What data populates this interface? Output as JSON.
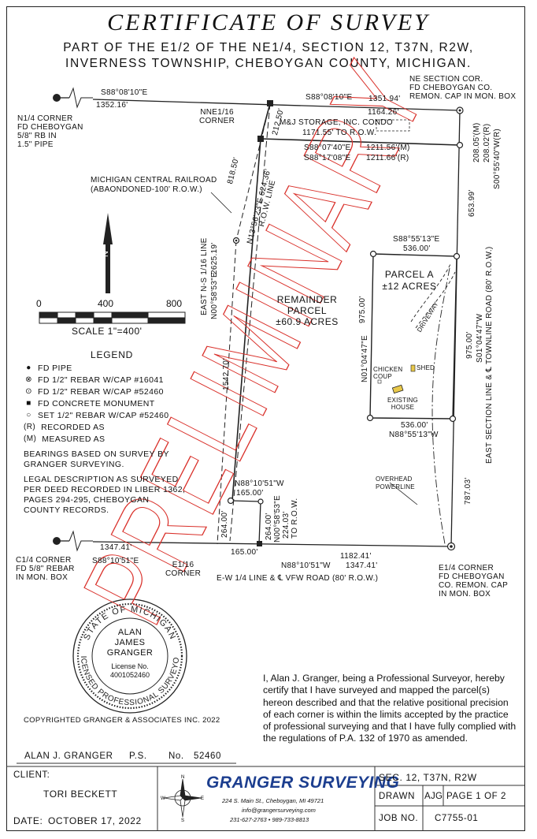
{
  "title": "CERTIFICATE OF SURVEY",
  "subtitle_1": "PART OF THE E1/2 OF THE NE1/4, SECTION 12, T37N, R2W,",
  "subtitle_2": "INVERNESS TOWNSHIP, CHEBOYGAN COUNTY, MICHIGAN.",
  "watermark": "PRELIMINARY",
  "plat": {
    "ne_corner": [
      "NE SECTION COR.",
      "FD CHEBOYGAN CO.",
      "REMON. CAP IN MON. BOX"
    ],
    "n14_corner": [
      "N1/4 CORNER",
      "FD CHEBOYGAN",
      "5/8\" RB IN",
      "1.5\" PIPE"
    ],
    "nne_corner": [
      "NNE1/16",
      "CORNER"
    ],
    "north_bearing_w": "S88°08'10\"E",
    "north_dist_w": "1352.16'",
    "north_bearing_e": "S88°08'10\"E",
    "north_dist_e": "1351.94'",
    "dist_1164": "1164.26'",
    "mj_storage": "M&J STORAGE, INC. CONDO",
    "dist_212": "212.50'",
    "to_row": "1171.55' TO R.O.W.",
    "bearing_m": "S88°07'40\"E",
    "bearing_r": "S88°17'08\"E",
    "dist_m": "1211.56'(M)",
    "dist_r": "1211.66'(R)",
    "east_top_1": "208.05'(M)",
    "east_top_2": "208.02'(R)",
    "east_top_3": "S00°55'40\"W(R)",
    "dist_653": "653.99'",
    "dist_818": "818.50'",
    "row_line": "N13°56'23\"E 624.36'",
    "row_line_2": "R.O.W. LINE",
    "railroad": [
      "MICHIGAN CENTRAL RAILROAD",
      "(ABAONDONED-100' R.O.W.)"
    ],
    "east_ns_line": "EAST N-S 1/16 LINE",
    "ns_bearing": "N00°58'53\"E",
    "dist_2625": "2625.19'",
    "dist_1542": "1542.70'",
    "remainder": [
      "REMAINDER",
      "PARCEL",
      "±60.9 ACRES"
    ],
    "parcel_a_top_bearing": "S88°55'13\"E",
    "parcel_a_top_dist": "536.00'",
    "parcel_a": [
      "PARCEL A",
      "±12 ACRES"
    ],
    "parcel_a_w_bearing": "N01°04'47\"E",
    "parcel_a_w_dist": "975.00'",
    "parcel_a_e_dist": "975.00'",
    "parcel_a_e_bearing": "S01°04'47\"W",
    "parcel_a_bot_dist": "536.00'",
    "parcel_a_bot_bearing": "N88°55'13\"W",
    "driveway": "DRIVEWAY",
    "shed": "SHED",
    "chicken_coup": [
      "CHICKEN",
      "COUP"
    ],
    "existing_house": [
      "EXISTING",
      "HOUSE"
    ],
    "east_section_line": "EAST SECTION LINE & ℄ TOWNLINE ROAD (80' R.O.W.)",
    "overhead": [
      "OVERHEAD",
      "POWERLINE"
    ],
    "dist_787": "787.03'",
    "n88_bearing": "N88°10'51\"W",
    "dist_165_top": "165.00'",
    "dist_264_a": "264.00'",
    "dist_264_b": "264.00'",
    "n00_bearing": "N00°58'53\"E",
    "dist_224": "224.03'",
    "to_row_short": "TO R.O.W.",
    "dist_165_bot": "165.00'",
    "dist_1182": "1182.41'",
    "south_bearing": "N88°10'51\"W",
    "south_dist": "1347.41'",
    "ew_line": "E-W 1/4 LINE & ℄ VFW ROAD (80' R.O.W.)",
    "c14_dist": "1347.41'",
    "c14_bearing": "S88°10'51\"E",
    "c14_corner": [
      "C1/4 CORNER",
      "FD 5/8\" REBAR",
      "IN MON. BOX"
    ],
    "e116_corner": [
      "E1/16",
      "CORNER"
    ],
    "e14_corner": [
      "E1/4 CORNER",
      "FD CHEBOYGAN",
      "CO. REMON. CAP",
      "IN MON. BOX"
    ]
  },
  "scale": {
    "t0": "0",
    "t400": "400",
    "t800": "800",
    "label": "SCALE 1\"=400'"
  },
  "legend": {
    "title": "LEGEND",
    "items": [
      {
        "symbol": "●",
        "text": "FD PIPE"
      },
      {
        "symbol": "⊗",
        "text": "FD 1/2\" REBAR W/CAP #16041"
      },
      {
        "symbol": "⊙",
        "text": "FD 1/2\" REBAR W/CAP #52460"
      },
      {
        "symbol": "■",
        "text": "FD CONCRETE MONUMENT"
      },
      {
        "symbol": "○",
        "text": "SET 1/2\" REBAR W/CAP #52460"
      },
      {
        "symbol": "(R)",
        "text": "RECORDED AS"
      },
      {
        "symbol": "(M)",
        "text": "MEASURED AS"
      }
    ]
  },
  "notes": {
    "bearings": [
      "BEARINGS BASED ON SURVEY BY",
      "GRANGER SURVEYING."
    ],
    "legal": [
      "LEGAL DESCRIPTION AS SURVEYED",
      "PER DEED RECORDED IN LIBER 1362,",
      "PAGES 294-295, CHEBOYGAN",
      "COUNTY RECORDS."
    ]
  },
  "seal": {
    "ring_top": "STATE OF MICHIGAN",
    "ring_bottom": "LICENSED PROFESSIONAL SURVEYOR",
    "name_1": "ALAN",
    "name_2": "JAMES",
    "name_3": "GRANGER",
    "license_label": "License No.",
    "license_no": "4001052460"
  },
  "copyright": "COPYRIGHTED GRANGER & ASSOCIATES INC. 2022",
  "certification": "I, Alan J. Granger, being a Professional Surveyor, hereby certify that I have surveyed and mapped the parcel(s) hereon described and that the relative positional precision of each corner is within the limits accepted by the practice of professional surveying and that I have fully complied with the regulations of P.A. 132 of 1970 as amended.",
  "signature_line": {
    "name": "ALAN J. GRANGER",
    "title": "P.S.",
    "no_label": "No.",
    "no": "52460"
  },
  "title_block": {
    "client_label": "CLIENT:",
    "client": "TORI BECKETT",
    "date_label": "DATE:",
    "date": "OCTOBER 17, 2022",
    "company": "GRANGER SURVEYING",
    "address": "224 S. Main St., Cheboygan, MI 49721",
    "email": "info@grangersurveying.com",
    "phones": "231-627-2763  •  989-733-8813",
    "section": "SEC. 12, T37N, R2W",
    "drawn_label": "DRAWN",
    "drawn": "AJG",
    "page": "PAGE 1 OF 2",
    "job_label": "JOB NO.",
    "job_no": "C7755-01"
  },
  "colors": {
    "ink": "#111111",
    "watermark": "#d9302a",
    "logo": "#1c3e8f"
  }
}
